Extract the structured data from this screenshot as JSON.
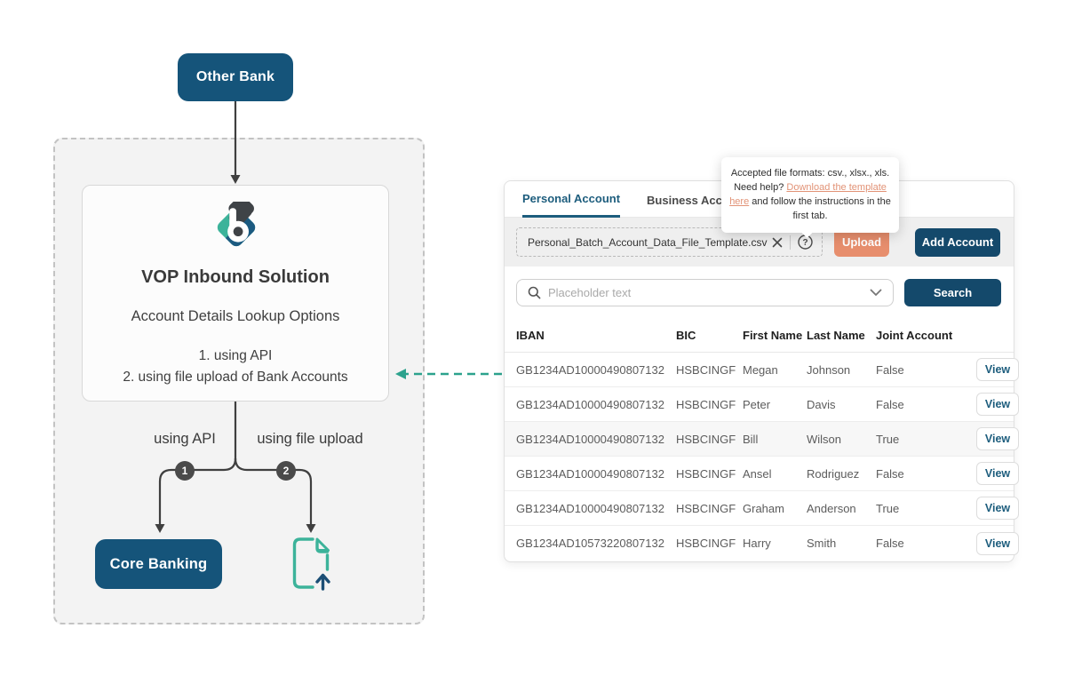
{
  "colors": {
    "navy": "#15547A",
    "button_navy": "#14496B",
    "tab_active": "#1D5D7D",
    "salmon": "#E78E6D",
    "link_salmon": "#E29377",
    "teal": "#3CB39A",
    "teal_arrow": "#2CA28D",
    "arrow_gray": "#3F3F3F"
  },
  "diagram": {
    "other_bank_label": "Other Bank",
    "solution": {
      "title": "VOP Inbound Solution",
      "subtitle": "Account Details Lookup Options",
      "option_1": "1. using API",
      "option_2": "2. using file upload of Bank Accounts"
    },
    "branch_left_label": "using API",
    "branch_right_label": "using file upload",
    "badge_1": "1",
    "badge_2": "2",
    "core_banking_label": "Core Banking"
  },
  "panel": {
    "tabs": [
      {
        "label": "Personal Account",
        "active": true
      },
      {
        "label": "Business Account",
        "active": false
      }
    ],
    "tooltip": {
      "text_pre": "Accepted file formats: csv., xlsx., xls. Need help? ",
      "link_text": "Download the template here",
      "text_post": " and follow the instructions in the first tab."
    },
    "upload": {
      "filename": "Personal_Batch_Account_Data_File_Template.csv",
      "upload_label": "Upload",
      "add_account_label": "Add Account"
    },
    "search": {
      "placeholder": "Placeholder text",
      "button_label": "Search"
    },
    "table": {
      "headers": [
        "IBAN",
        "BIC",
        "First Name",
        "Last Name",
        "Joint Account"
      ],
      "view_label": "View",
      "rows": [
        {
          "iban": "GB1234AD10000490807132",
          "bic": "HSBCINGF",
          "first": "Megan",
          "last": "Johnson",
          "joint": "False",
          "highlight": false
        },
        {
          "iban": "GB1234AD10000490807132",
          "bic": "HSBCINGF",
          "first": "Peter",
          "last": "Davis",
          "joint": "False",
          "highlight": false
        },
        {
          "iban": "GB1234AD10000490807132",
          "bic": "HSBCINGF",
          "first": "Bill",
          "last": "Wilson",
          "joint": "True",
          "highlight": true
        },
        {
          "iban": "GB1234AD10000490807132",
          "bic": "HSBCINGF",
          "first": "Ansel",
          "last": "Rodriguez",
          "joint": "False",
          "highlight": false
        },
        {
          "iban": "GB1234AD10000490807132",
          "bic": "HSBCINGF",
          "first": "Graham",
          "last": "Anderson",
          "joint": "True",
          "highlight": false
        },
        {
          "iban": "GB1234AD10573220807132",
          "bic": "HSBCINGF",
          "first": "Harry",
          "last": "Smith",
          "joint": "False",
          "highlight": false
        }
      ]
    }
  }
}
